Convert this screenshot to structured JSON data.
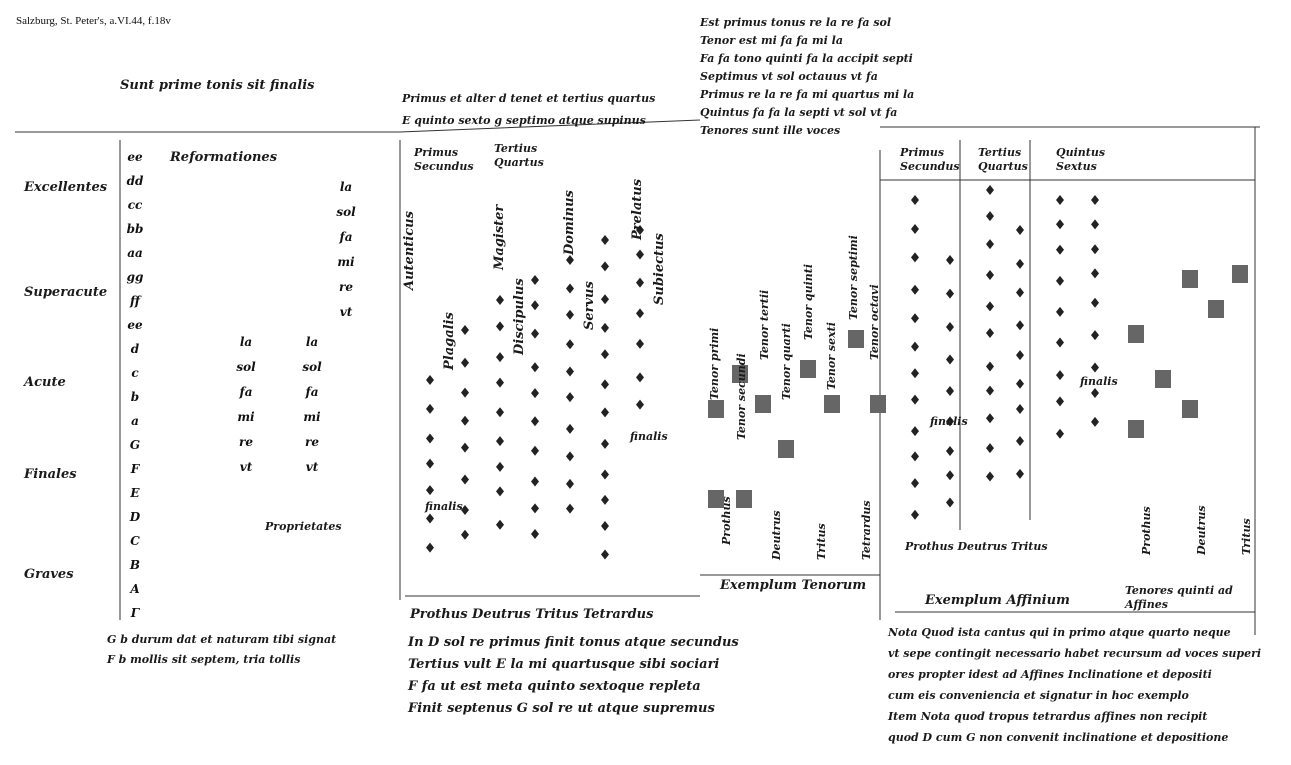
{
  "caption": "Salzburg, St. Peter's, a.VI.44, f.18v",
  "manuscript": {
    "top_left_line": "Sunt prime tonis sit finalis",
    "ranges": [
      "Excellentes",
      "Superacute",
      "Acute",
      "Finales",
      "Graves"
    ],
    "reformationes": "Reformationes",
    "proprietates": "Proprietates",
    "header_primus": "Primus et alter d tenet et tertius quartus",
    "header_quintus": "E quinto sexto g septimo atque supinus",
    "tone_pairs": [
      "Primus Secundus",
      "Tertius Quartus",
      "Quintus Sextus"
    ],
    "top_right_lines": [
      "Est primus tonus re la re fa sol",
      "Tenor est mi fa fa mi la",
      "Fa fa tono quinti fa la accipit septi",
      "Septimus vt sol octauus vt fa",
      "Primus re la re fa mi quartus mi la",
      "Quintus fa fa la septi vt sol vt fa"
    ],
    "tenores_line": "Tenores sunt ille voces",
    "scale_left": [
      "ee",
      "dd",
      "cc",
      "bb",
      "aa",
      "gg",
      "ff",
      "ee",
      "d",
      "c",
      "b",
      "a",
      "G",
      "F",
      "E",
      "D",
      "C",
      "B",
      "A",
      "Γ"
    ],
    "solmization": [
      "la",
      "sol",
      "fa",
      "mi",
      "re",
      "vt"
    ],
    "modes": [
      "Plagalis",
      "Autenticus",
      "Discipulus",
      "Magister",
      "Servus",
      "Dominus",
      "Subiectus",
      "Prelatus"
    ],
    "tenor_labels": [
      "Tenor primi",
      "Tenor secundi",
      "Tenor tertii",
      "Tenor quarti",
      "Tenor quinti",
      "Tenor sexti",
      "Tenor septimi",
      "Tenor octavi"
    ],
    "finalis": "finalis",
    "bottom_maneriae": "Prothus Deutrus Tritus Tetrardus",
    "exemplum_tenorum": "Exemplum Tenorum",
    "maneriae_short": "Prothus Deutrus Tritus",
    "exemplum_affinium": "Exemplum Affinium",
    "tenores_quinti": "Tenores quinti ad Affines",
    "vertical_maneriae": [
      "Prothus",
      "Deutrus",
      "Tritus",
      "Tetrardus"
    ],
    "left_bottom_lines": [
      "G b durum dat et naturam tibi signat",
      "F b mollis sit septem, tria tollis"
    ],
    "verse_lines": [
      "In D sol re primus finit tonus atque secundus",
      "Tertius vult E la mi quartusque sibi sociari",
      "F fa ut est meta quinto sextoque repleta",
      "Finit septenus G sol re ut atque supremus"
    ],
    "nota_lines": [
      "Nota Quod ista cantus qui in primo atque quarto neque",
      "vt sepe contingit necessario habet recursum ad voces superi",
      "ores propter idest ad Affines Inclinatione et depositi",
      "cum eis conveniencia et signatur in hoc exemplo",
      "Item Nota quod tropus tetrardus affines non recipit",
      "quod D cum G non convenit inclinatione et depositione"
    ]
  }
}
